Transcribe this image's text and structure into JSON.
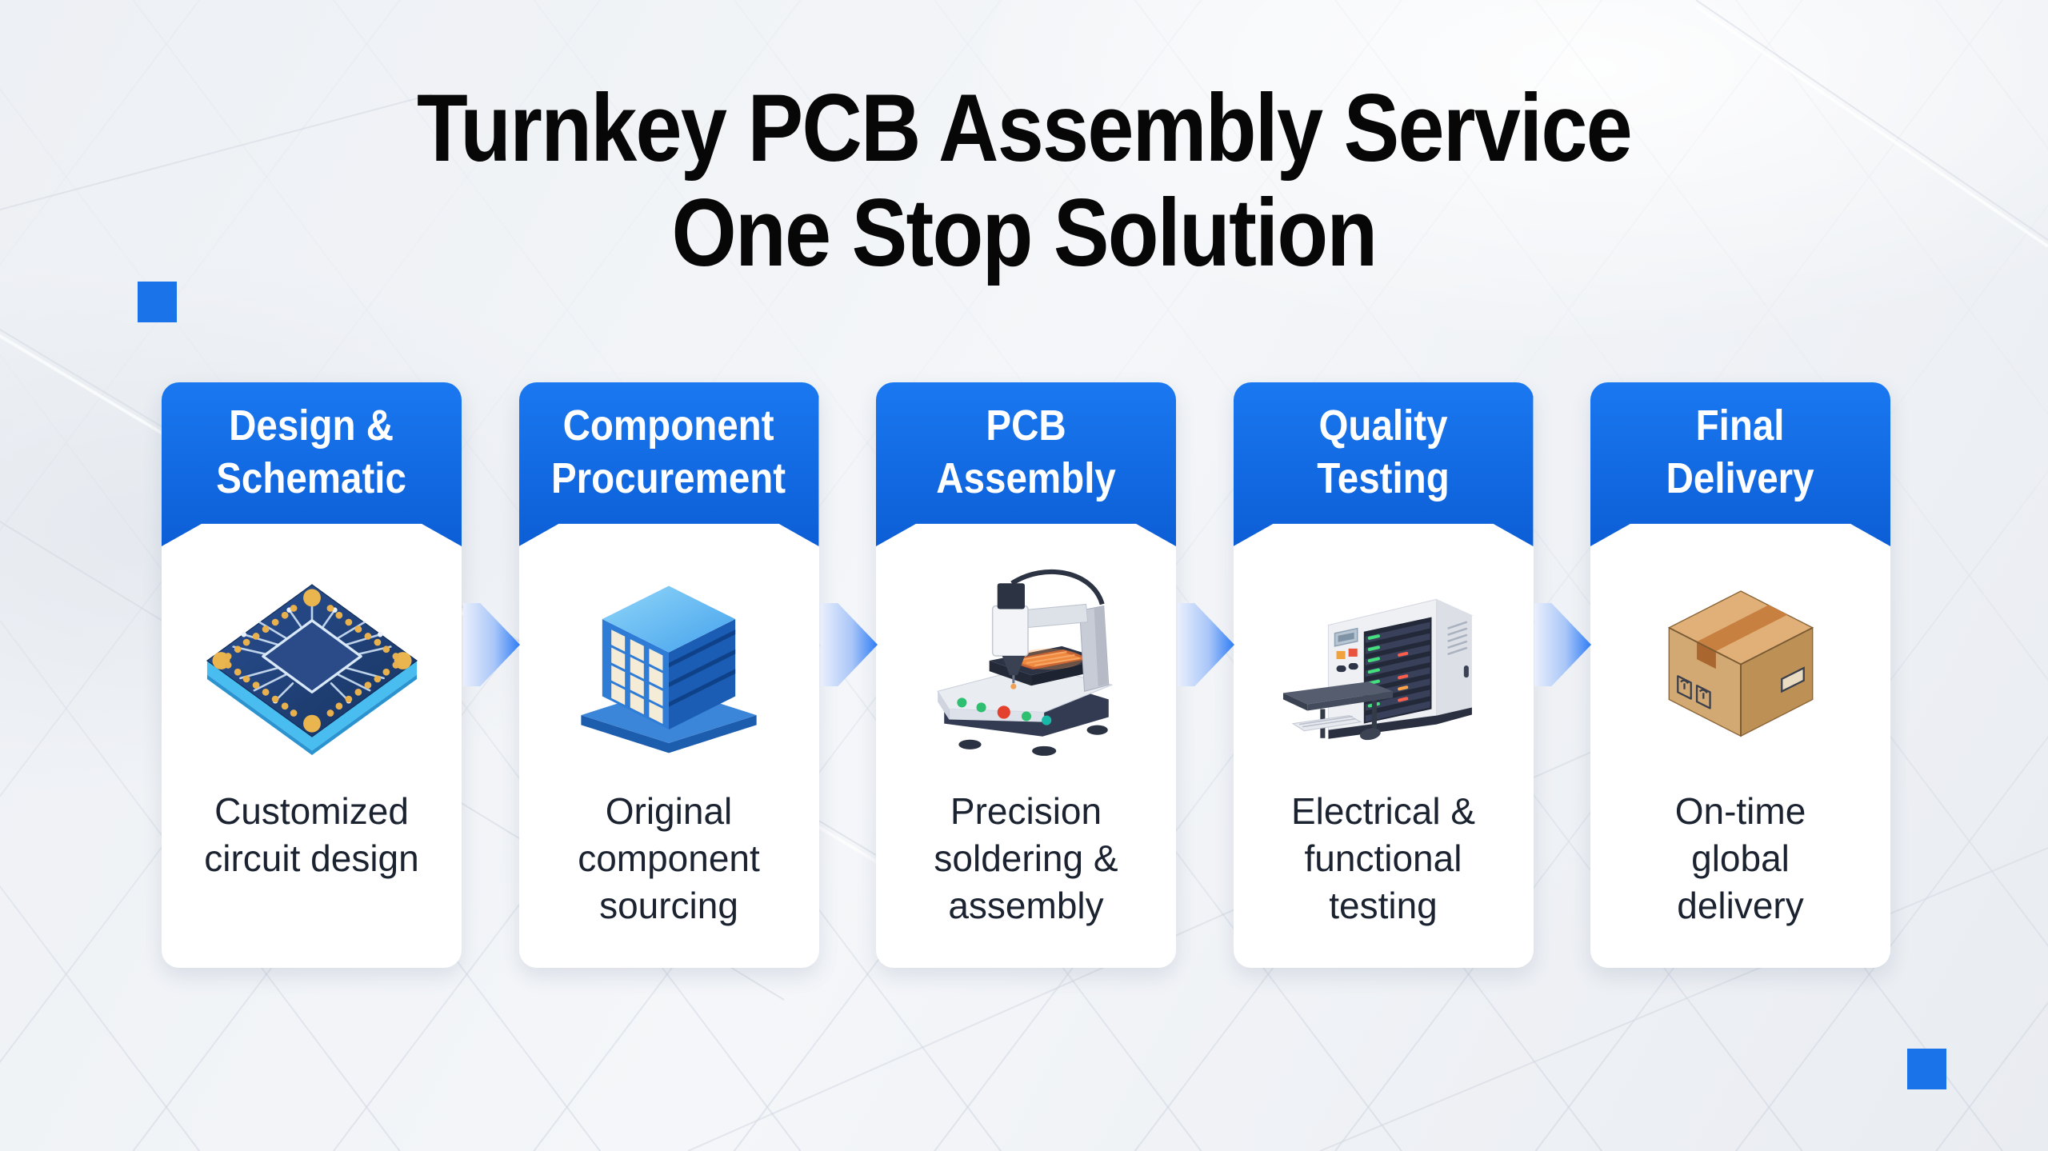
{
  "title": {
    "line1": "Turnkey PCB Assembly Service",
    "line2": "One Stop Solution"
  },
  "steps": [
    {
      "header": "Design &\nSchematic",
      "description": "Customized\ncircuit design",
      "icon": "pcb-chip-icon"
    },
    {
      "header": "Component\nProcurement",
      "description": "Original\ncomponent\nsourcing",
      "icon": "component-warehouse-icon"
    },
    {
      "header": "PCB\nAssembly",
      "description": "Precision\nsoldering &\nassembly",
      "icon": "soldering-machine-icon"
    },
    {
      "header": "Quality\nTesting",
      "description": "Electrical &\nfunctional\ntesting",
      "icon": "test-equipment-icon"
    },
    {
      "header": "Final\nDelivery",
      "description": "On-time\nglobal\ndelivery",
      "icon": "shipping-box-icon"
    }
  ],
  "colors": {
    "header_blue_top": "#1a78f0",
    "header_blue_bottom": "#0c5ed6",
    "accent_square": "#1a73e8",
    "arrow_tip": "#2f7df5",
    "arrow_fade": "#e9effc",
    "title_text": "#070707",
    "card_text": "#1b2230",
    "card_bg": "#ffffff",
    "page_bg": "#eef1f5"
  }
}
